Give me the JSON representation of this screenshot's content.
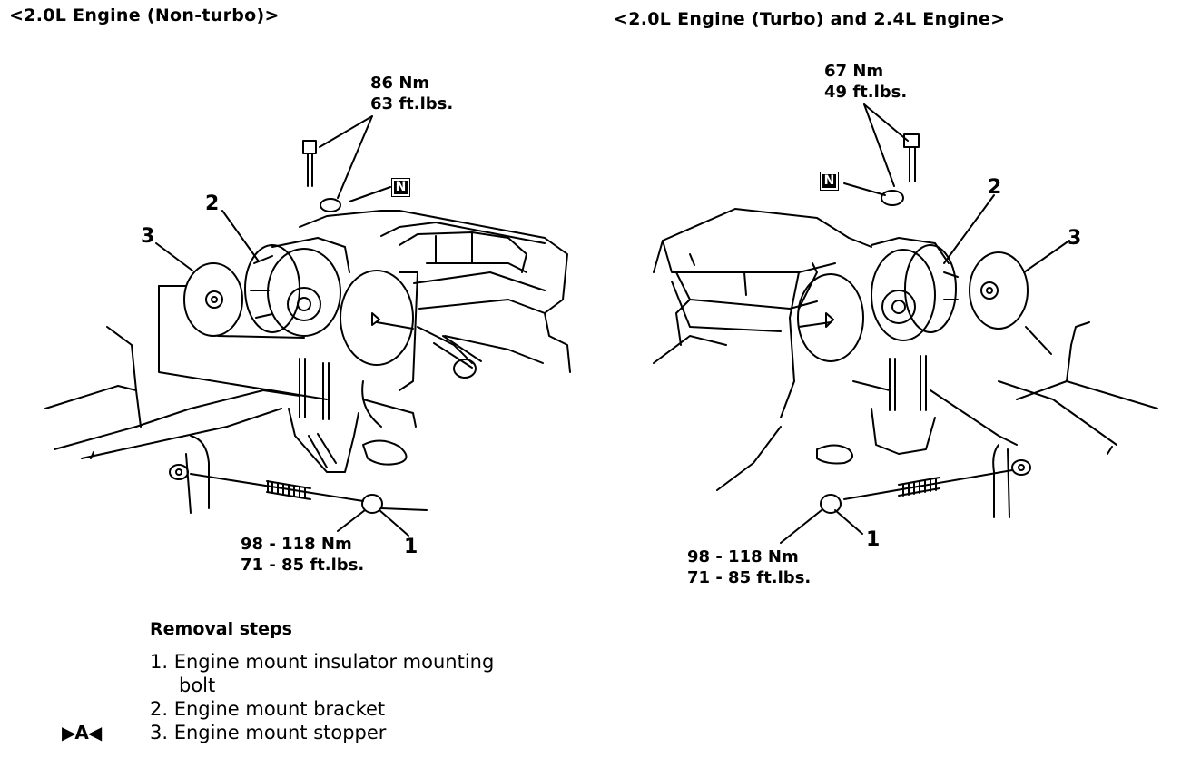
{
  "headers": {
    "left": "<2.0L Engine (Non-turbo)>",
    "right": "<2.0L Engine (Turbo) and 2.4L Engine>"
  },
  "left_diagram": {
    "torque_top": {
      "nm": "86 Nm",
      "ftlbs": "63 ft.lbs."
    },
    "torque_bottom": {
      "nm": "98 - 118 Nm",
      "ftlbs": "71 - 85 ft.lbs."
    },
    "callouts": {
      "c1": "1",
      "c2": "2",
      "c3": "3"
    },
    "n_mark": "N"
  },
  "right_diagram": {
    "torque_top": {
      "nm": "67 Nm",
      "ftlbs": "49 ft.lbs."
    },
    "torque_bottom": {
      "nm": "98 - 118 Nm",
      "ftlbs": "71 - 85 ft.lbs."
    },
    "callouts": {
      "c1": "1",
      "c2": "2",
      "c3": "3"
    },
    "n_mark": "N"
  },
  "removal": {
    "title": "Removal steps",
    "steps": [
      {
        "line1": "1. Engine mount insulator mounting",
        "line2": "bolt"
      },
      {
        "line1": "2. Engine mount bracket"
      },
      {
        "line1": "3. Engine mount stopper"
      }
    ],
    "install_mark": "▶A◀"
  }
}
